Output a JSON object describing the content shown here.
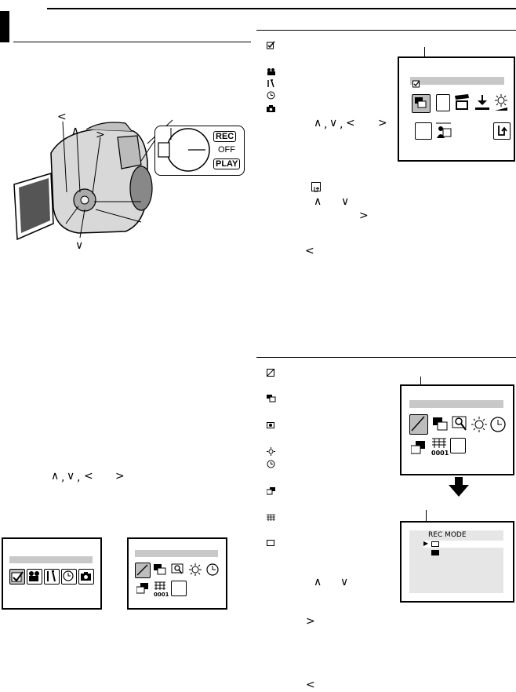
{
  "switch": {
    "positions": [
      "REC",
      "OFF",
      "PLAY"
    ]
  },
  "arrows": {
    "left": "<",
    "right": ">",
    "up": "∧",
    "down": "∨",
    "comma": ","
  },
  "rec_mode_screen": {
    "title": "REC MODE",
    "cursor": "▶"
  },
  "icons": {
    "check": "check-box-icon",
    "camera_movie": "camera-movie-icon",
    "tools": "tools-icon",
    "clock": "clock-icon",
    "still_camera": "still-camera-icon",
    "return": "return-icon",
    "square": "square-icon",
    "slash_square": "slash-square-icon",
    "picture_in_picture": "picture-in-picture-icon",
    "magnifier": "magnifier-icon",
    "sun": "sun-icon",
    "grid": "grid-icon"
  },
  "grid_counter": "0001"
}
